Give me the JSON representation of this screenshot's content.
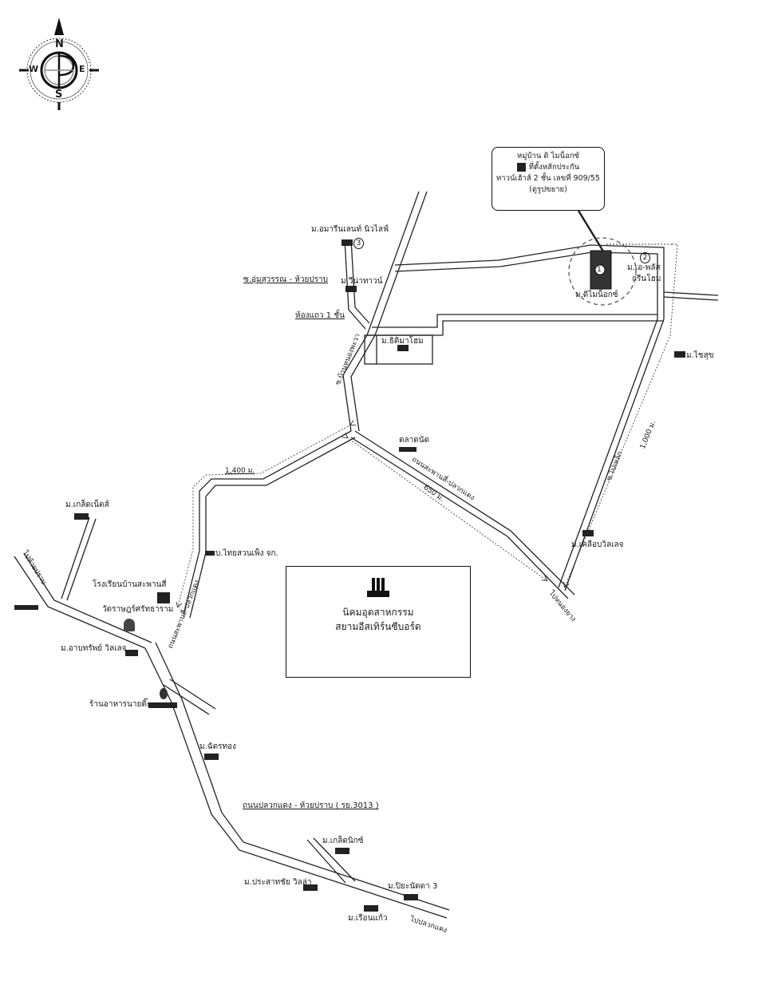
{
  "compass": {
    "north": "N",
    "south": "S",
    "east": "E",
    "west": "W",
    "icon": "compass-rose-icon"
  },
  "callout": {
    "line1": "หมู่บ้าน ดิ ไมน็อกซ์",
    "line2": "ที่ตั้งหลักประกัน",
    "line3": "ทาวน์เฮ้าส์ 2 ชั้น เลขที่ 909/55",
    "line4": "(ดูรูปขยาย)"
  },
  "markers": [
    {
      "number": "1",
      "label": "ม.ดิไมน็อกซ์"
    },
    {
      "number": "2",
      "label": "ม.เอ-พลัส",
      "label2": "กรีนโฮม"
    },
    {
      "number": "3",
      "label": "ม.อมารีนเลนท์ นิวไลฟ์"
    }
  ],
  "places": {
    "villa_ina_town": "ม.วีน่าทาวน์",
    "road_soi_umsuwan": "ซ.อุ่มสุวรรณ - ห้วยปราบ",
    "shophouse": "ห้องแถว 1 ชั้น",
    "m_thiwa_home": "ม.ธิติมาโฮม",
    "road_ban_nong": "ซ.บ้านหนองพะวา",
    "m_chai_sook": "ม.ไชสุข",
    "dist_1000": "1,000 ม.",
    "road_nong_kham": "ซ.ไปเหล็ก",
    "m_ket_ville": "ม.เคลือบวิลเลจ",
    "to_nong_ya": "ไปหนองยาง",
    "market": "ตลาดนัด",
    "road_sap_plak": "ถนนสะพานสี่-ปลวกแดง",
    "dist_650": "650 ม.",
    "dist_1400": "1,400 ม.",
    "thai_suan": "บ.ไทยสวนเพ็ง จก.",
    "m_klongnek": "ม.เกล็ดเน็ตส์",
    "to_ban_chang": "ไปห้วยปราบ",
    "school": "โรงเรียนบ้านสะพานสี่",
    "temple": "วัดราษฎร์ศรัทธาราม",
    "m_arbhavi": "ม.อาบทรัพย์ วิลเลจ",
    "road_sap_pluak2": "ถนนสะพานสี่-ปลวกแดง",
    "restaurant": "ร้านอาหารนายติ๊ะ",
    "m_chattong": "ม.ฉัตรทอง",
    "main_road": "ถนนปลวกแดง - ห้วยปราบ ( รย.3013 )",
    "m_klepnik": "ม.เกล็ดนิกซ์",
    "m_prasat": "ม.ประสาทชัย วิลล่า",
    "m_piya": "ม.ปิยะนัดดา 3",
    "m_ruan_kaew": "ม.เรือนแก้ว",
    "to_pluak_daeng": "ไปปลวกแดง"
  },
  "estate": {
    "line1": "นิคมอุตสาหกรรม",
    "line2": "สยามอีสเทิร์นซีบอร์ด",
    "icon": "factory-icon"
  }
}
